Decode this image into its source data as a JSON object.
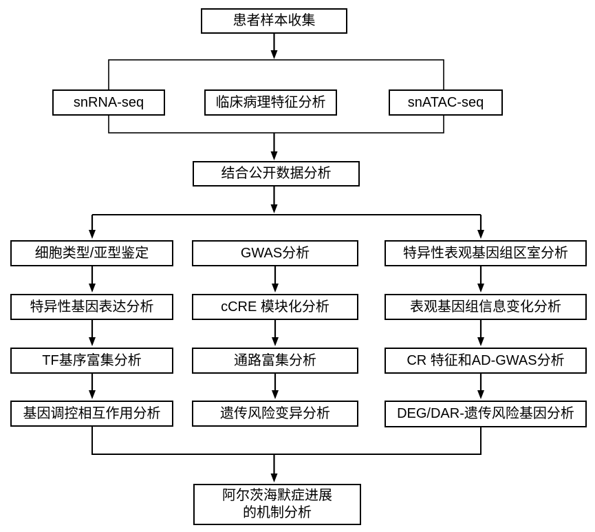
{
  "flowchart": {
    "top": {
      "label": "患者样本收集"
    },
    "inputs": [
      {
        "label": "snRNA-seq"
      },
      {
        "label": "临床病理特征分析"
      },
      {
        "label": "snATAC-seq"
      }
    ],
    "integration": {
      "label": "结合公开数据分析"
    },
    "columns": [
      {
        "steps": [
          {
            "label": "细胞类型/亚型鉴定"
          },
          {
            "label": "特异性基因表达分析"
          },
          {
            "label": "TF基序富集分析"
          },
          {
            "label": "基因调控相互作用分析"
          }
        ]
      },
      {
        "steps": [
          {
            "label": "GWAS分析"
          },
          {
            "label": "cCRE 模块化分析"
          },
          {
            "label": "通路富集分析"
          },
          {
            "label": "遗传风险变异分析"
          }
        ]
      },
      {
        "steps": [
          {
            "label": "特异性表观基因组区室分析"
          },
          {
            "label": "表观基因组信息变化分析"
          },
          {
            "label": "CR 特征和AD-GWAS分析"
          },
          {
            "label": "DEG/DAR-遗传风险基因分析"
          }
        ]
      }
    ],
    "final": {
      "label": "阿尔茨海默症进展\n的机制分析"
    }
  },
  "colors": {
    "background": "#ffffff",
    "box_fill": "#ffffff",
    "box_border": "#000000",
    "line": "#000000",
    "text": "#000000"
  }
}
